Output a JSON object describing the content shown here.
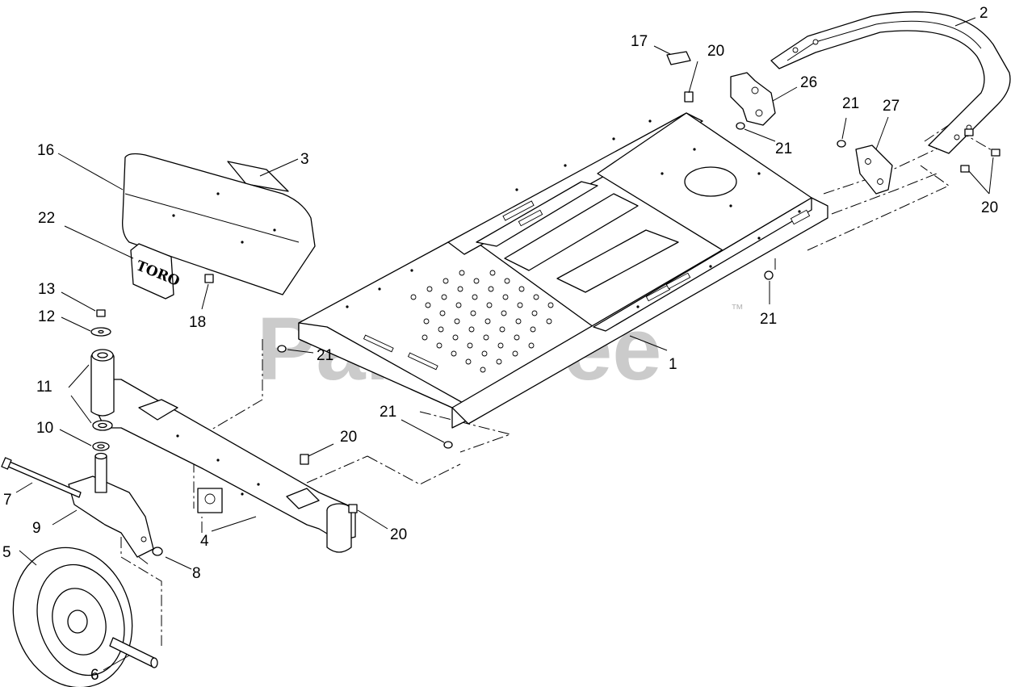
{
  "watermark": {
    "text": "PartsTree",
    "trademark": "™"
  },
  "decal": {
    "brand": "TORO"
  },
  "callouts": {
    "c1": "1",
    "c2": "2",
    "c3": "3",
    "c4": "4",
    "c5": "5",
    "c6": "6",
    "c7": "7",
    "c8": "8",
    "c9": "9",
    "c10": "10",
    "c11a": "11",
    "c12": "12",
    "c13": "13",
    "c16": "16",
    "c17": "17",
    "c18": "18",
    "c20a": "20",
    "c20b": "20",
    "c20c": "20",
    "c20d": "20",
    "c21a": "21",
    "c21b": "21",
    "c21c": "21",
    "c21d": "21",
    "c21e": "21",
    "c22": "22",
    "c26": "26",
    "c27": "27"
  }
}
